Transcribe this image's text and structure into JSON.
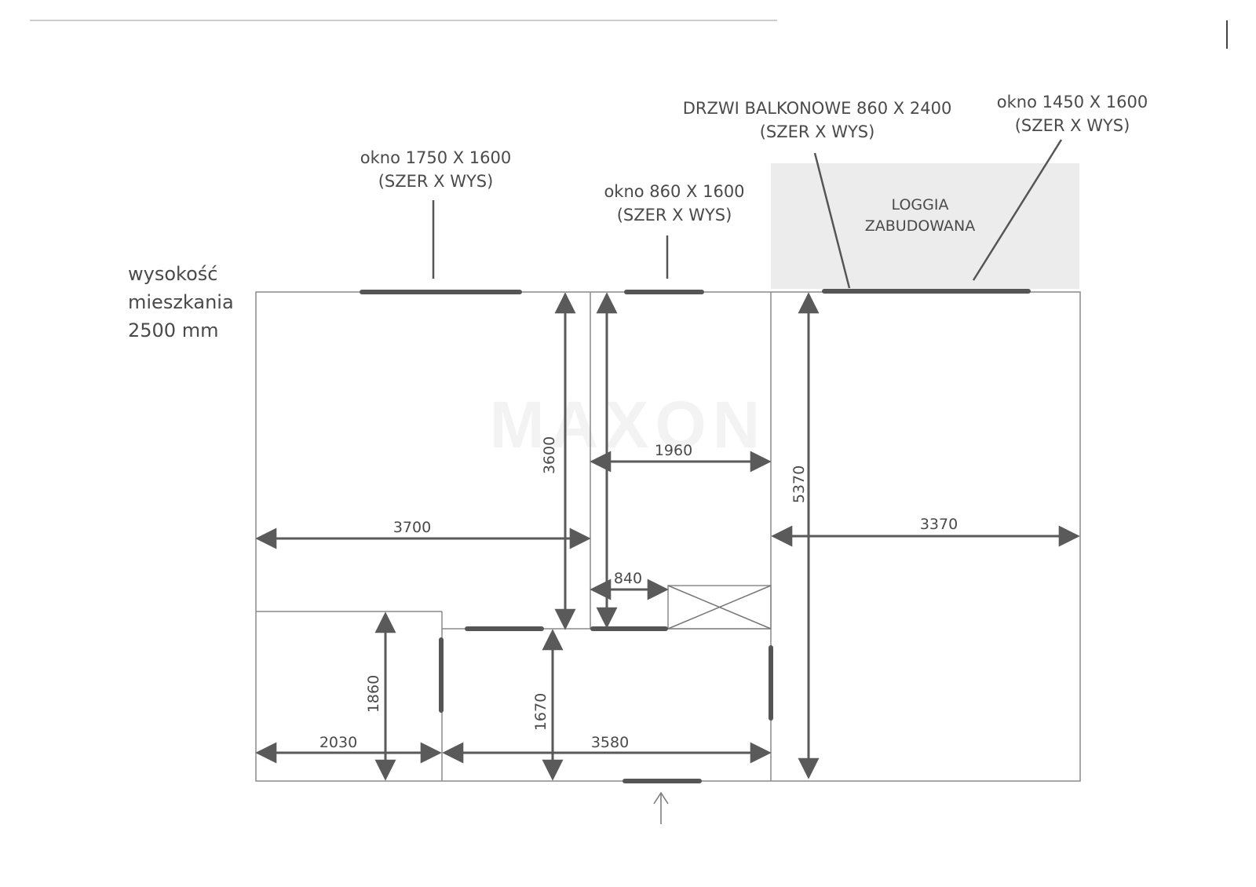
{
  "height_note": [
    "wysokość",
    "mieszkania",
    "2500 mm"
  ],
  "windows": {
    "left": {
      "title": "okno 1750 X 1600",
      "sub": "(SZER X WYS)"
    },
    "middle": {
      "title": "okno 860 X 1600",
      "sub": "(SZER X WYS)"
    },
    "balcony_door": {
      "title": "DRZWI BALKONOWE  860 X 2400",
      "sub": "(SZER X WYS)"
    },
    "right": {
      "title": "okno 1450 X 1600",
      "sub": "(SZER X WYS)"
    }
  },
  "loggia": [
    "LOGGIA",
    "ZABUDOWANA"
  ],
  "dimensions": {
    "d3700": "3700",
    "d3600": "3600",
    "d1960": "1960",
    "d840": "840",
    "d5370": "5370",
    "d3370": "3370",
    "d1860": "1860",
    "d2030": "2030",
    "d1670": "1670",
    "d3580": "3580"
  },
  "watermark": "MAXON",
  "colors": {
    "ink": "#4a4a4a",
    "loggia_fill": "#ececec"
  }
}
